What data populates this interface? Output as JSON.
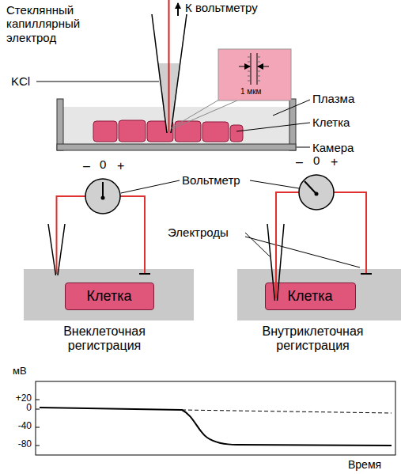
{
  "diagram": {
    "nodes": [
      {
        "text": [
          "Клетка"
        ]
      },
      {
        "text": [
          "Клетка"
        ]
      }
    ],
    "labels": [
      "Стеклянный капиллярный электрод",
      "К вольтметру",
      "KCl",
      "1 мкм",
      "Плазма",
      "Клетка",
      "Камера",
      "–",
      "0",
      "+",
      "Вольтметр",
      "–",
      "0",
      "+",
      "Электроды",
      "Внеклеточная регистрация",
      "Внутриклеточная регистрация",
      "мВ",
      "+20",
      "0",
      "-40",
      "-80",
      "Время"
    ]
  }
}
